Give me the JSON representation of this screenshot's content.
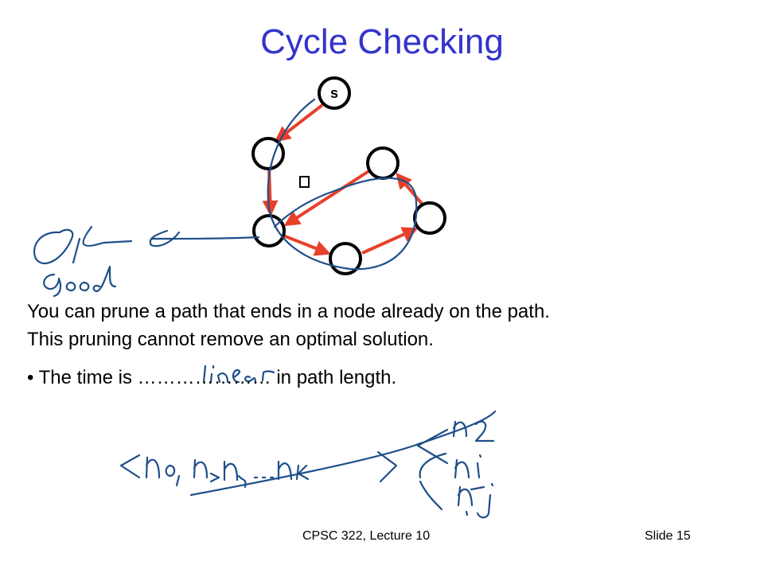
{
  "slide": {
    "title": "Cycle Checking",
    "line1": "You can prune a path that ends in a node already on the path.",
    "line2": "This pruning cannot remove an optimal solution.",
    "bullet_prefix": "• The time is ",
    "bullet_dots": "…………………",
    "bullet_suffix": " in path length.",
    "footer_center": "CPSC 322, Lecture 10",
    "footer_right": "Slide 15"
  },
  "diagram": {
    "start_node_label": "s",
    "edge_color": "#e8402a",
    "node_color": "#000000"
  },
  "handwriting": {
    "ok_note": "OK",
    "good_note": "Good",
    "complexity_note": "linear",
    "path_expression": "<n0, n1, n2 ... nk>",
    "neighbors": [
      "n2",
      "ni",
      "nj"
    ]
  }
}
